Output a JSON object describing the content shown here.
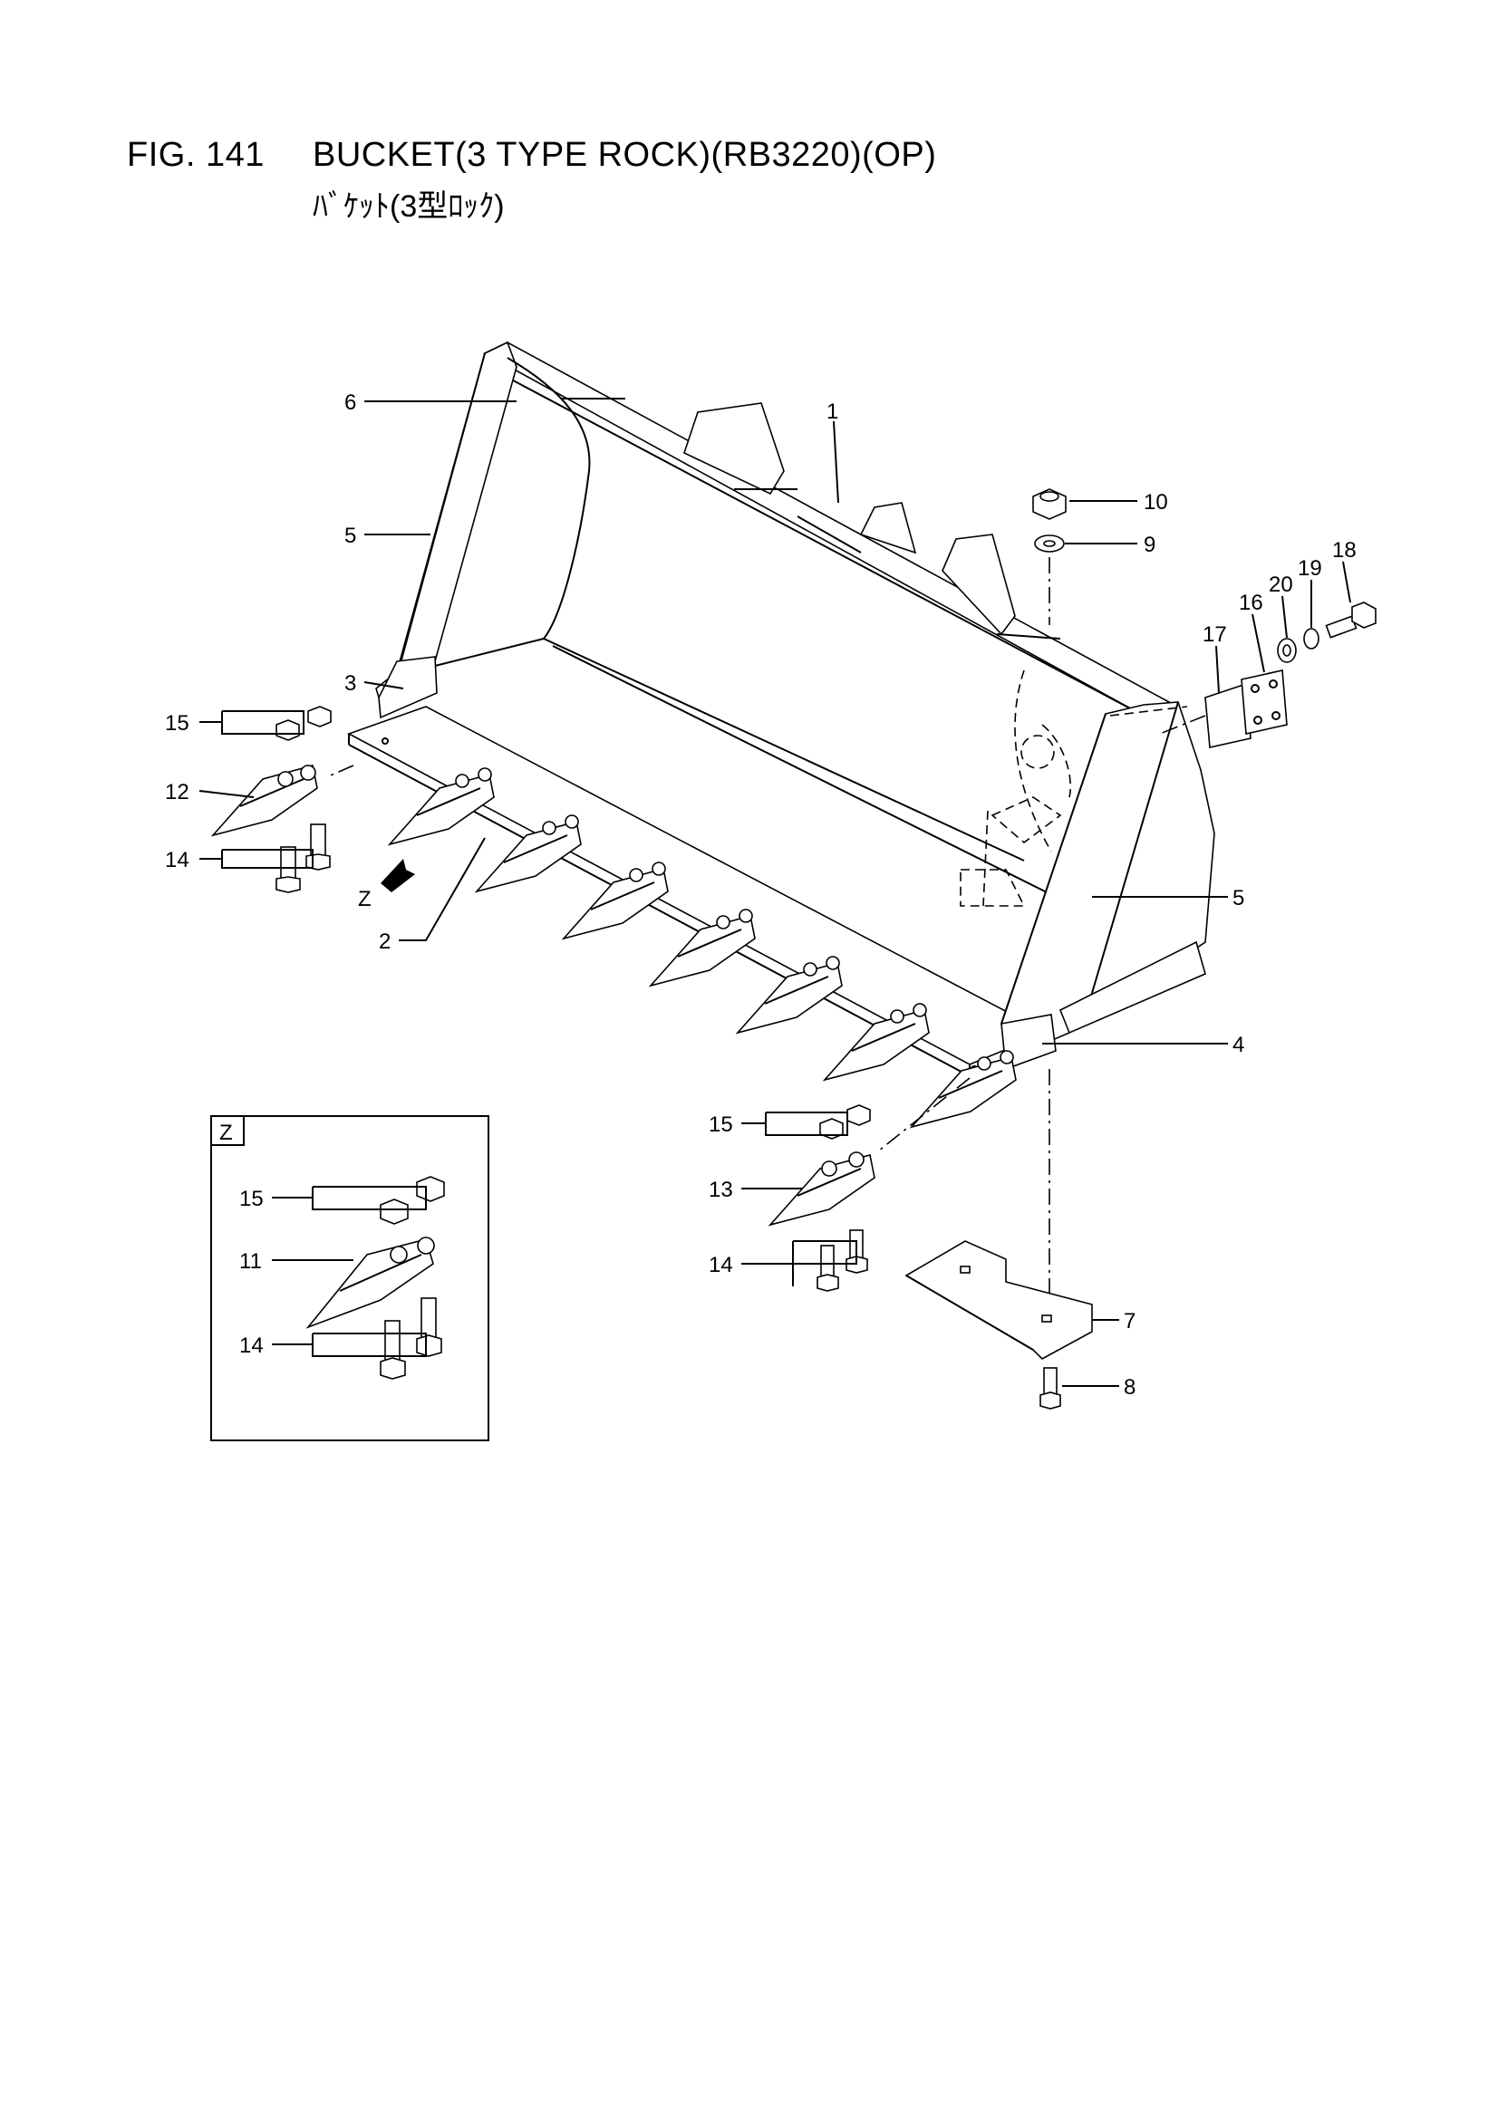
{
  "header": {
    "figure_number": "FIG. 141",
    "title": "BUCKET(3 TYPE ROCK)(RB3220)(OP)",
    "subtitle_jp": "ﾊﾞｹｯﾄ(3型ﾛｯｸ)"
  },
  "callouts": {
    "c1": "1",
    "c2": "2",
    "c3": "3",
    "c4": "4",
    "c5a": "5",
    "c5b": "5",
    "c6": "6",
    "c7": "7",
    "c8": "8",
    "c9": "9",
    "c10": "10",
    "c11": "11",
    "c12": "12",
    "c13": "13",
    "c14a": "14",
    "c14b": "14",
    "c14c": "14",
    "c15a": "15",
    "c15b": "15",
    "c15c": "15",
    "c16": "16",
    "c17": "17",
    "c18": "18",
    "c19": "19",
    "c20": "20"
  },
  "view_marker": "Z",
  "detail_box_label": "Z"
}
